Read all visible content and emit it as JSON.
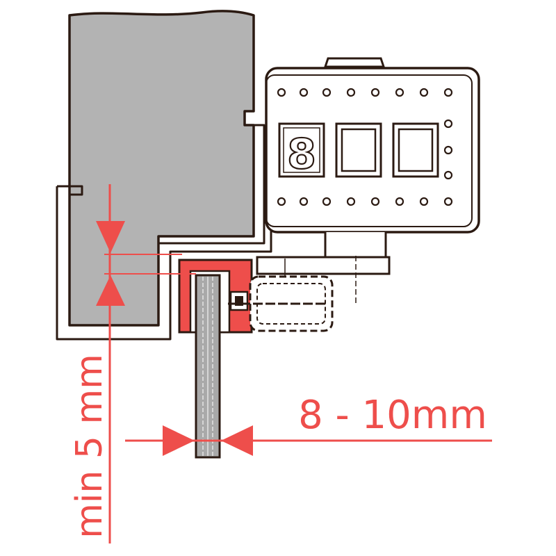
{
  "colors": {
    "outline": "#2b1a12",
    "panel": "#b3b3b3",
    "dimension": "#ee4e4b",
    "glass": "#a9a9a9",
    "background": "#ffffff"
  },
  "labels": {
    "width_dimension": "8 - 10mm",
    "gap_dimension": "min 5 mm"
  },
  "display": {
    "digits": [
      "8",
      "",
      ""
    ]
  }
}
